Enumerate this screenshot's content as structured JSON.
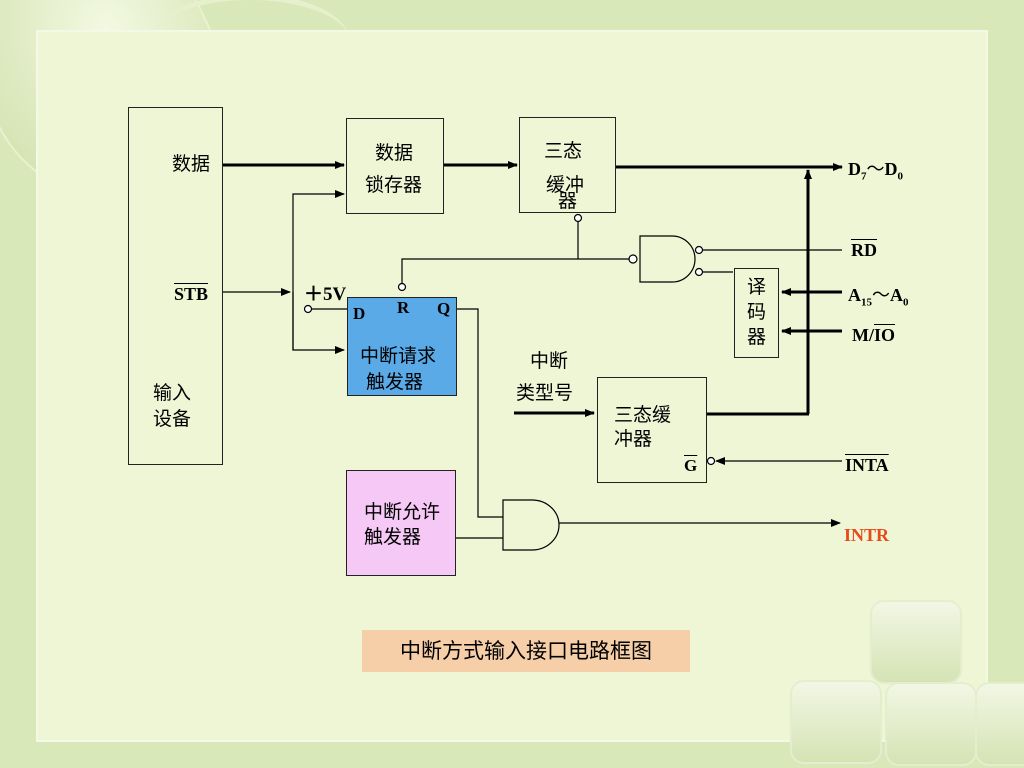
{
  "blocks": {
    "input_device": {
      "line1": "输入",
      "line2": "设备"
    },
    "input_data": "数据",
    "input_stb": "STB",
    "latch": {
      "line1": "数据",
      "line2": "锁存器"
    },
    "tristate_top": {
      "line1": "三态",
      "line2": "缓冲",
      "line3": "器"
    },
    "request_ff": {
      "line1": "中断请求",
      "line2": "触发器",
      "pin_d": "D",
      "pin_r": "R",
      "pin_q": "Q"
    },
    "plus5v": "＋5V",
    "enable_ff": {
      "line1": "中断允许",
      "line2": "触发器"
    },
    "decoder": {
      "c1": "译",
      "c2": "码",
      "c3": "器"
    },
    "type_label": {
      "line1": "中断",
      "line2": "类型号"
    },
    "tristate_bottom": {
      "line1": "三态缓",
      "line2": "冲器",
      "pin_g": "G"
    }
  },
  "signals": {
    "data_bus": {
      "a": "D",
      "a_sub": "7",
      "tilde": "～",
      "b": "D",
      "b_sub": "0"
    },
    "rd": "RD",
    "addr": {
      "a": "A",
      "a_sub": "15",
      "tilde": "～",
      "b": "A",
      "b_sub": "0"
    },
    "mio_m": "M/",
    "mio_io": "IO",
    "inta": "INTA",
    "intr": "INTR"
  },
  "colors": {
    "request_ff_fill": "#5aaae8",
    "enable_ff_fill": "#f5c8f5",
    "intr_color": "#e84a1a",
    "caption_bg": "#f6cfa8"
  },
  "caption": "中断方式输入接口电路框图"
}
